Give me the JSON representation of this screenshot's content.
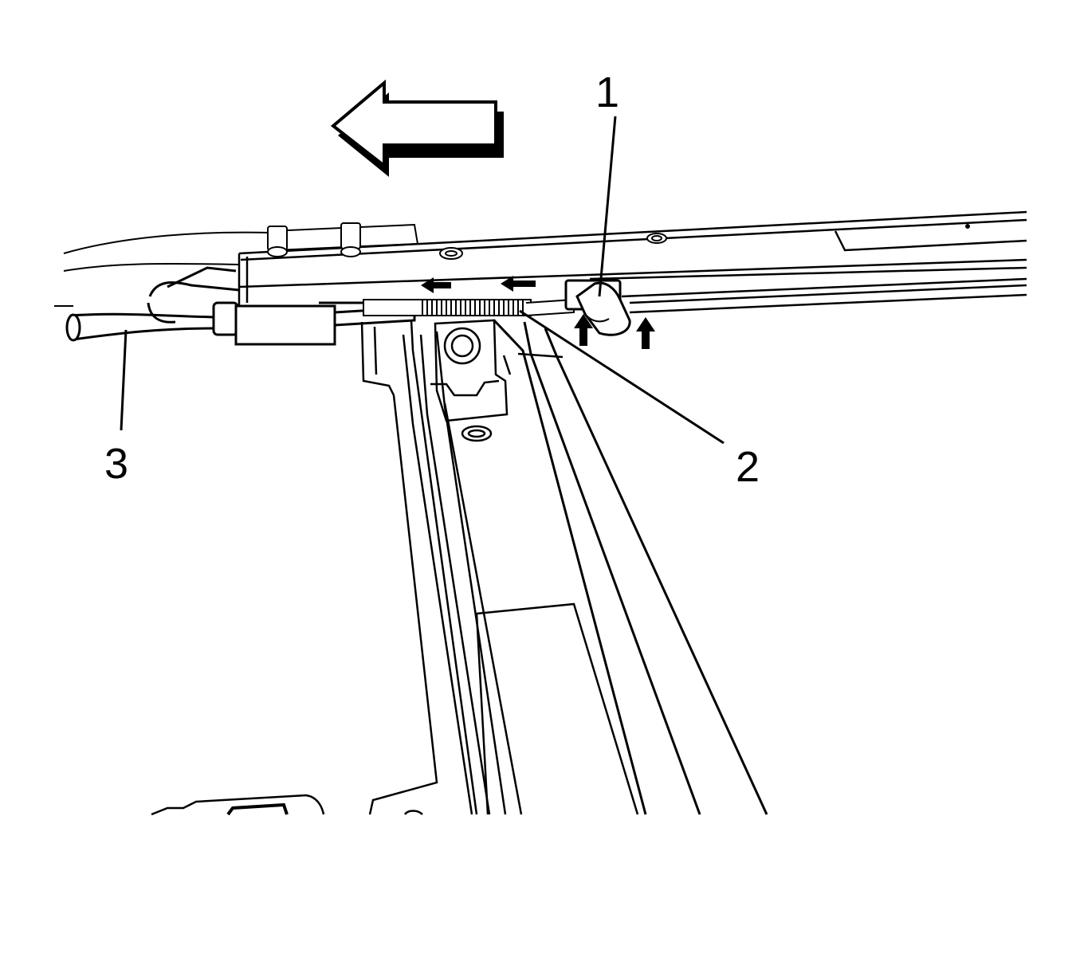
{
  "diagram": {
    "callouts": [
      {
        "id": "1",
        "label": "1"
      },
      {
        "id": "2",
        "label": "2"
      },
      {
        "id": "3",
        "label": "3"
      }
    ],
    "colors": {
      "line": "#000000",
      "background": "#ffffff",
      "arrow_shadow": "#000000"
    },
    "icons": {
      "direction_arrow": "arrow-left-icon",
      "slide_arrows": "arrow-left-icon",
      "push_arrows": "arrow-up-icon"
    }
  }
}
